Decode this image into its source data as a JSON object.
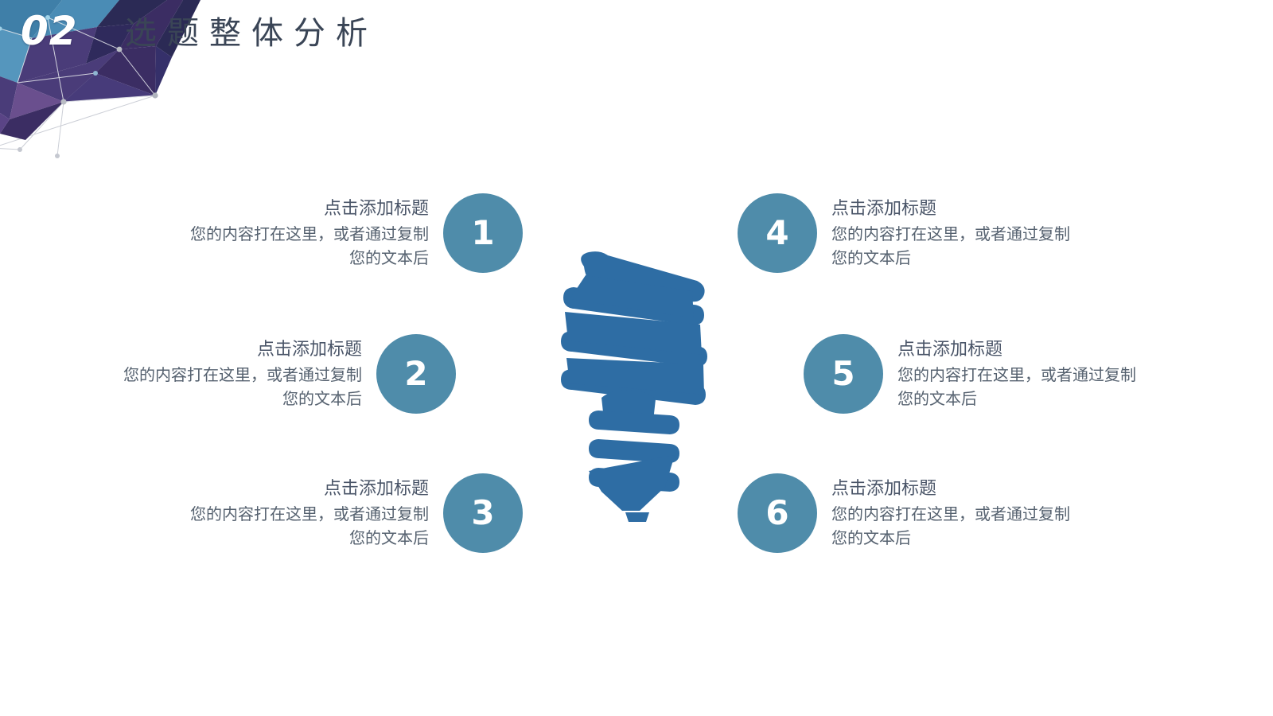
{
  "header": {
    "number": "02",
    "title": "选题整体分析"
  },
  "colors": {
    "circle_fill": "#4f8caa",
    "circle_text": "#ffffff",
    "bulb": "#2e6da4",
    "title_text": "#3a4556",
    "item_title_text": "#4a5568",
    "item_body_text": "#55616f",
    "deco_dark_purple": "#3b2d63",
    "deco_purple": "#4a3c79",
    "deco_blue": "#3f7fa8",
    "deco_light_blue": "#5596bd",
    "deco_navy": "#2b2a55",
    "background": "#ffffff"
  },
  "center_icon": {
    "name": "lightbulb-cfl-icon",
    "label": "节能灯泡"
  },
  "items": [
    {
      "number": "1",
      "side": "left",
      "title": "点击添加标题",
      "body": "您的内容打在这里，或者通过复制您的文本后"
    },
    {
      "number": "2",
      "side": "left",
      "title": "点击添加标题",
      "body": "您的内容打在这里，或者通过复制您的文本后"
    },
    {
      "number": "3",
      "side": "left",
      "title": "点击添加标题",
      "body": "您的内容打在这里，或者通过复制您的文本后"
    },
    {
      "number": "4",
      "side": "right",
      "title": "点击添加标题",
      "body": "您的内容打在这里，或者通过复制您的文本后"
    },
    {
      "number": "5",
      "side": "right",
      "title": "点击添加标题",
      "body": "您的内容打在这里，或者通过复制您的文本后"
    },
    {
      "number": "6",
      "side": "right",
      "title": "点击添加标题",
      "body": "您的内容打在这里，或者通过复制您的文本后"
    }
  ]
}
